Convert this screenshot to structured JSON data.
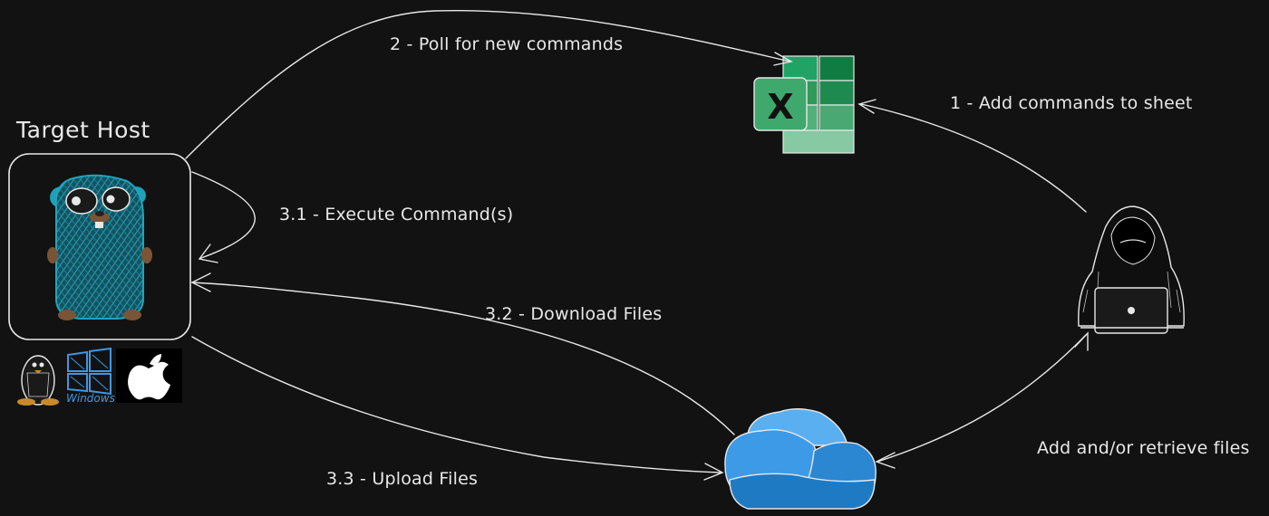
{
  "labels": {
    "target_host": "Target Host",
    "poll": "2 - Poll for new commands",
    "add_commands": "1 - Add commands to sheet",
    "execute": "3.1 - Execute Command(s)",
    "download": "3.2 - Download Files",
    "upload": "3.3 - Upload Files",
    "add_retrieve": "Add and/or retrieve files",
    "windows": "Windows",
    "excel_letter": "X"
  },
  "icons": {
    "target_host_mascot": "gopher-icon",
    "linux": "tux-penguin-icon",
    "windows": "windows-logo-icon",
    "apple": "apple-logo-icon",
    "sheet": "excel-spreadsheet-icon",
    "cloud": "onedrive-cloud-icon",
    "operator": "hooded-hacker-laptop-icon"
  },
  "colors": {
    "background": "#121212",
    "stroke": "#e8e8e8",
    "gopher": "#1f9fb8",
    "excel_dark": "#1e7a45",
    "excel_mid": "#2f9a5a",
    "excel_light": "#6fc295",
    "cloud_light": "#5aaff0",
    "cloud_dark": "#1f7ac4",
    "windows_blue": "#3f97e3"
  }
}
